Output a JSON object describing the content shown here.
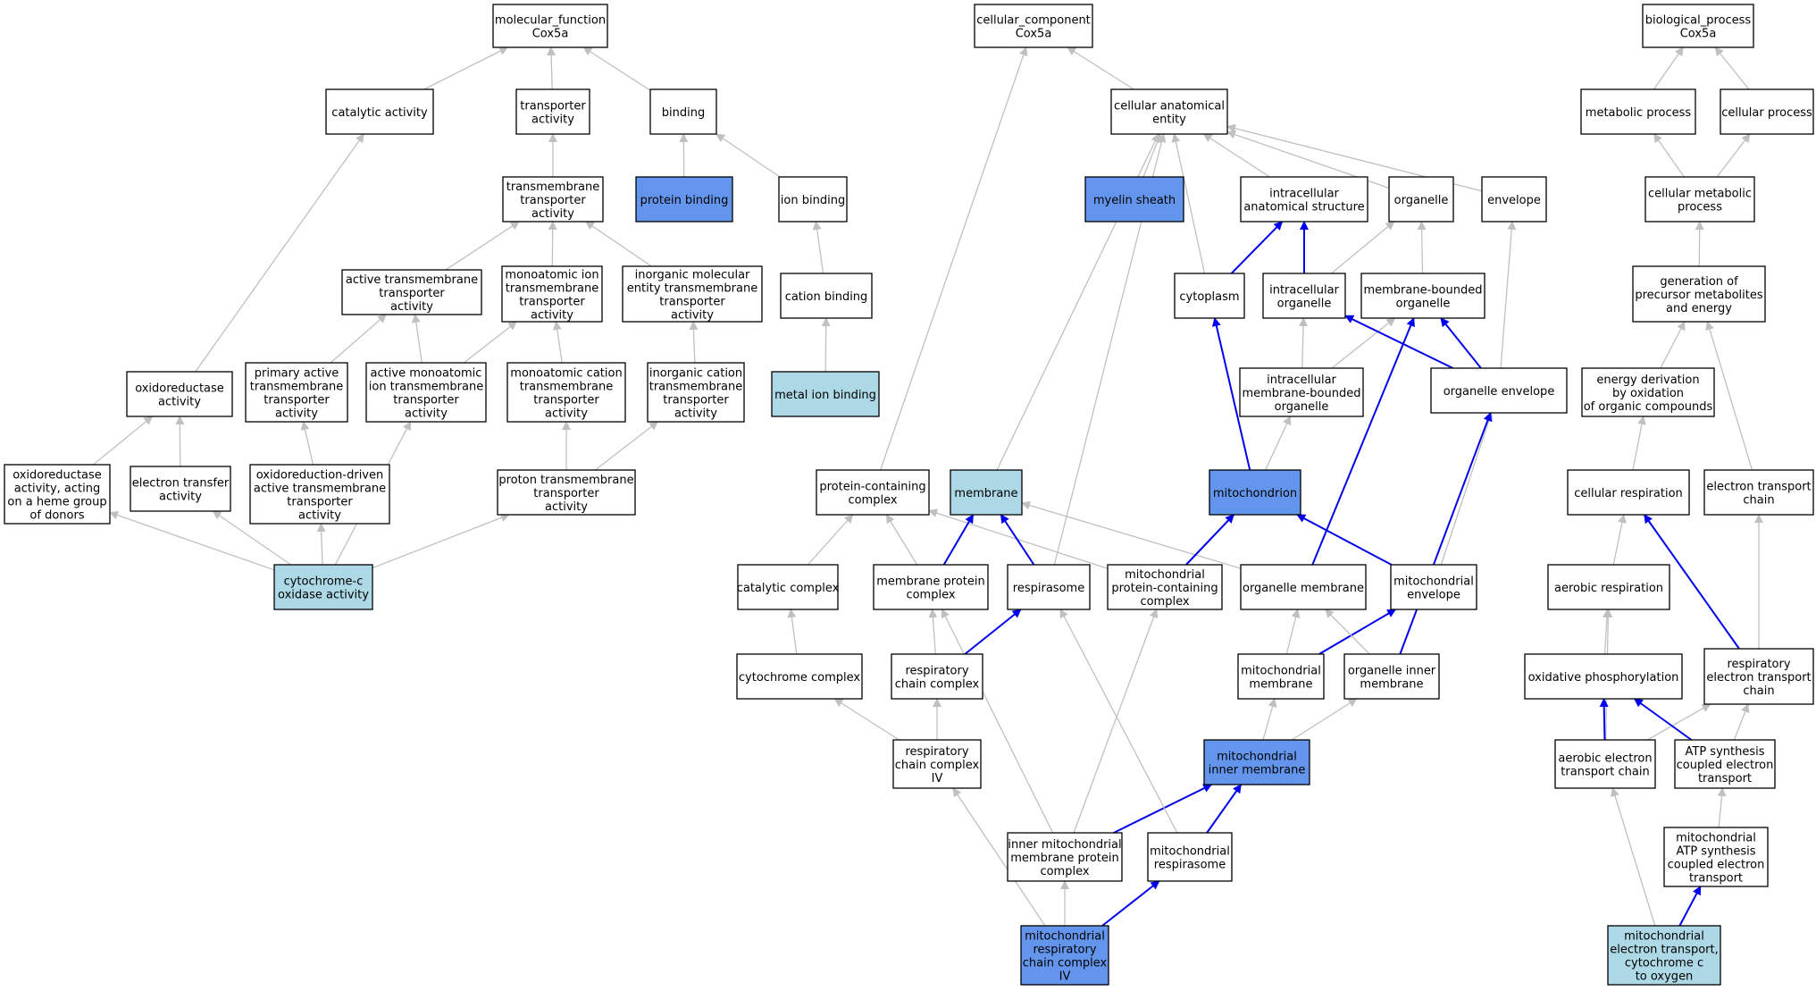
{
  "styles": {
    "plain": "#ffffff",
    "light": "#add8e6",
    "blue": "#6495ed",
    "edge_gray": "#c0c0c0",
    "edge_blue": "#0000ee"
  },
  "nodes": [
    {
      "id": "mf",
      "lines": [
        "molecular_function",
        "Cox5a"
      ],
      "fill": "plain"
    },
    {
      "id": "catalytic",
      "lines": [
        "catalytic activity"
      ],
      "fill": "plain"
    },
    {
      "id": "transporter",
      "lines": [
        "transporter",
        "activity"
      ],
      "fill": "plain"
    },
    {
      "id": "binding",
      "lines": [
        "binding"
      ],
      "fill": "plain"
    },
    {
      "id": "protbind",
      "lines": [
        "protein binding"
      ],
      "fill": "blue"
    },
    {
      "id": "ionbind",
      "lines": [
        "ion binding"
      ],
      "fill": "plain"
    },
    {
      "id": "tmta",
      "lines": [
        "transmembrane",
        "transporter",
        "activity"
      ],
      "fill": "plain"
    },
    {
      "id": "atta",
      "lines": [
        "active transmembrane",
        "transporter",
        "activity"
      ],
      "fill": "plain"
    },
    {
      "id": "moita",
      "lines": [
        "monoatomic ion",
        "transmembrane",
        "transporter",
        "activity"
      ],
      "fill": "plain"
    },
    {
      "id": "imeta",
      "lines": [
        "inorganic molecular",
        "entity transmembrane",
        "transporter",
        "activity"
      ],
      "fill": "plain"
    },
    {
      "id": "cationbind",
      "lines": [
        "cation binding"
      ],
      "fill": "plain"
    },
    {
      "id": "oxred",
      "lines": [
        "oxidoreductase",
        "activity"
      ],
      "fill": "plain"
    },
    {
      "id": "pata",
      "lines": [
        "primary active",
        "transmembrane",
        "transporter",
        "activity"
      ],
      "fill": "plain"
    },
    {
      "id": "amita",
      "lines": [
        "active monoatomic",
        "ion transmembrane",
        "transporter",
        "activity"
      ],
      "fill": "plain"
    },
    {
      "id": "mcta",
      "lines": [
        "monoatomic cation",
        "transmembrane",
        "transporter",
        "activity"
      ],
      "fill": "plain"
    },
    {
      "id": "icta",
      "lines": [
        "inorganic cation",
        "transmembrane",
        "transporter",
        "activity"
      ],
      "fill": "plain"
    },
    {
      "id": "metalbind",
      "lines": [
        "metal ion binding"
      ],
      "fill": "light"
    },
    {
      "id": "oxheme",
      "lines": [
        "oxidoreductase",
        "activity, acting",
        "on a heme group",
        "of donors"
      ],
      "fill": "plain"
    },
    {
      "id": "eta",
      "lines": [
        "electron transfer",
        "activity"
      ],
      "fill": "plain"
    },
    {
      "id": "odata",
      "lines": [
        "oxidoreduction-driven",
        "active transmembrane",
        "transporter",
        "activity"
      ],
      "fill": "plain"
    },
    {
      "id": "ptta",
      "lines": [
        "proton transmembrane",
        "transporter",
        "activity"
      ],
      "fill": "plain"
    },
    {
      "id": "cox",
      "lines": [
        "cytochrome-c",
        "oxidase activity"
      ],
      "fill": "light"
    },
    {
      "id": "cc",
      "lines": [
        "cellular_component",
        "Cox5a"
      ],
      "fill": "plain"
    },
    {
      "id": "cae",
      "lines": [
        "cellular anatomical",
        "entity"
      ],
      "fill": "plain"
    },
    {
      "id": "myelin",
      "lines": [
        "myelin sheath"
      ],
      "fill": "blue"
    },
    {
      "id": "ias",
      "lines": [
        "intracellular",
        "anatomical structure"
      ],
      "fill": "plain"
    },
    {
      "id": "organelle",
      "lines": [
        "organelle"
      ],
      "fill": "plain"
    },
    {
      "id": "envelope",
      "lines": [
        "envelope"
      ],
      "fill": "plain"
    },
    {
      "id": "cytoplasm",
      "lines": [
        "cytoplasm"
      ],
      "fill": "plain"
    },
    {
      "id": "intorg",
      "lines": [
        "intracellular",
        "organelle"
      ],
      "fill": "plain"
    },
    {
      "id": "mbo",
      "lines": [
        "membrane-bounded",
        "organelle"
      ],
      "fill": "plain"
    },
    {
      "id": "imbo",
      "lines": [
        "intracellular",
        "membrane-bounded",
        "organelle"
      ],
      "fill": "plain"
    },
    {
      "id": "orgenv",
      "lines": [
        "organelle envelope"
      ],
      "fill": "plain"
    },
    {
      "id": "pcc",
      "lines": [
        "protein-containing",
        "complex"
      ],
      "fill": "plain"
    },
    {
      "id": "membrane",
      "lines": [
        "membrane"
      ],
      "fill": "light"
    },
    {
      "id": "mito",
      "lines": [
        "mitochondrion"
      ],
      "fill": "blue"
    },
    {
      "id": "catcomplex",
      "lines": [
        "catalytic complex"
      ],
      "fill": "plain"
    },
    {
      "id": "mpc",
      "lines": [
        "membrane protein",
        "complex"
      ],
      "fill": "plain"
    },
    {
      "id": "respirasome",
      "lines": [
        "respirasome"
      ],
      "fill": "plain"
    },
    {
      "id": "mpcc",
      "lines": [
        "mitochondrial",
        "protein-containing",
        "complex"
      ],
      "fill": "plain"
    },
    {
      "id": "orgmem",
      "lines": [
        "organelle membrane"
      ],
      "fill": "plain"
    },
    {
      "id": "mitoenv",
      "lines": [
        "mitochondrial",
        "envelope"
      ],
      "fill": "plain"
    },
    {
      "id": "cytcomplex",
      "lines": [
        "cytochrome complex"
      ],
      "fill": "plain"
    },
    {
      "id": "rcc",
      "lines": [
        "respiratory",
        "chain complex"
      ],
      "fill": "plain"
    },
    {
      "id": "mitomem",
      "lines": [
        "mitochondrial",
        "membrane"
      ],
      "fill": "plain"
    },
    {
      "id": "oim",
      "lines": [
        "organelle inner",
        "membrane"
      ],
      "fill": "plain"
    },
    {
      "id": "rcc4",
      "lines": [
        "respiratory",
        "chain complex",
        "IV"
      ],
      "fill": "plain"
    },
    {
      "id": "mim",
      "lines": [
        "mitochondrial",
        "inner membrane"
      ],
      "fill": "blue"
    },
    {
      "id": "immpc",
      "lines": [
        "inner mitochondrial",
        "membrane protein",
        "complex"
      ],
      "fill": "plain"
    },
    {
      "id": "mresp",
      "lines": [
        "mitochondrial",
        "respirasome"
      ],
      "fill": "plain"
    },
    {
      "id": "mrcc4",
      "lines": [
        "mitochondrial",
        "respiratory",
        "chain complex",
        "IV"
      ],
      "fill": "blue"
    },
    {
      "id": "bp",
      "lines": [
        "biological_process",
        "Cox5a"
      ],
      "fill": "plain"
    },
    {
      "id": "metab",
      "lines": [
        "metabolic process"
      ],
      "fill": "plain"
    },
    {
      "id": "cellproc",
      "lines": [
        "cellular process"
      ],
      "fill": "plain"
    },
    {
      "id": "cmp",
      "lines": [
        "cellular metabolic",
        "process"
      ],
      "fill": "plain"
    },
    {
      "id": "gpme",
      "lines": [
        "generation of",
        "precursor metabolites",
        "and energy"
      ],
      "fill": "plain"
    },
    {
      "id": "edoc",
      "lines": [
        "energy derivation",
        "by oxidation",
        "of organic compounds"
      ],
      "fill": "plain"
    },
    {
      "id": "cellresp",
      "lines": [
        "cellular respiration"
      ],
      "fill": "plain"
    },
    {
      "id": "etc",
      "lines": [
        "electron transport",
        "chain"
      ],
      "fill": "plain"
    },
    {
      "id": "aerresp",
      "lines": [
        "aerobic respiration"
      ],
      "fill": "plain"
    },
    {
      "id": "oxphos",
      "lines": [
        "oxidative phosphorylation"
      ],
      "fill": "plain"
    },
    {
      "id": "retc",
      "lines": [
        "respiratory",
        "electron transport",
        "chain"
      ],
      "fill": "plain"
    },
    {
      "id": "aetc",
      "lines": [
        "aerobic electron",
        "transport chain"
      ],
      "fill": "plain"
    },
    {
      "id": "atpsynth",
      "lines": [
        "ATP synthesis",
        "coupled electron",
        "transport"
      ],
      "fill": "plain"
    },
    {
      "id": "matpsynth",
      "lines": [
        "mitochondrial",
        "ATP synthesis",
        "coupled electron",
        "transport"
      ],
      "fill": "plain"
    },
    {
      "id": "metco",
      "lines": [
        "mitochondrial",
        "electron transport,",
        "cytochrome c",
        "to oxygen"
      ],
      "fill": "light"
    }
  ],
  "edges": [
    {
      "from": "catalytic",
      "to": "mf",
      "color": "gray"
    },
    {
      "from": "transporter",
      "to": "mf",
      "color": "gray"
    },
    {
      "from": "binding",
      "to": "mf",
      "color": "gray"
    },
    {
      "from": "protbind",
      "to": "binding",
      "color": "gray"
    },
    {
      "from": "ionbind",
      "to": "binding",
      "color": "gray"
    },
    {
      "from": "tmta",
      "to": "transporter",
      "color": "gray"
    },
    {
      "from": "atta",
      "to": "tmta",
      "color": "gray"
    },
    {
      "from": "moita",
      "to": "tmta",
      "color": "gray"
    },
    {
      "from": "imeta",
      "to": "tmta",
      "color": "gray"
    },
    {
      "from": "cationbind",
      "to": "ionbind",
      "color": "gray"
    },
    {
      "from": "metalbind",
      "to": "cationbind",
      "color": "gray"
    },
    {
      "from": "oxred",
      "to": "catalytic",
      "color": "gray"
    },
    {
      "from": "pata",
      "to": "atta",
      "color": "gray"
    },
    {
      "from": "amita",
      "to": "atta",
      "color": "gray"
    },
    {
      "from": "amita",
      "to": "moita",
      "color": "gray"
    },
    {
      "from": "mcta",
      "to": "moita",
      "color": "gray"
    },
    {
      "from": "icta",
      "to": "imeta",
      "color": "gray"
    },
    {
      "from": "oxheme",
      "to": "oxred",
      "color": "gray"
    },
    {
      "from": "eta",
      "to": "oxred",
      "color": "gray"
    },
    {
      "from": "odata",
      "to": "pata",
      "color": "gray"
    },
    {
      "from": "ptta",
      "to": "mcta",
      "color": "gray"
    },
    {
      "from": "ptta",
      "to": "icta",
      "color": "gray"
    },
    {
      "from": "cox",
      "to": "oxheme",
      "color": "gray"
    },
    {
      "from": "cox",
      "to": "eta",
      "color": "gray"
    },
    {
      "from": "cox",
      "to": "odata",
      "color": "gray"
    },
    {
      "from": "cox",
      "to": "amita",
      "color": "gray"
    },
    {
      "from": "cox",
      "to": "ptta",
      "color": "gray"
    },
    {
      "from": "cae",
      "to": "cc",
      "color": "gray"
    },
    {
      "from": "pcc",
      "to": "cc",
      "color": "gray"
    },
    {
      "from": "myelin",
      "to": "cae",
      "color": "gray"
    },
    {
      "from": "ias",
      "to": "cae",
      "color": "gray"
    },
    {
      "from": "organelle",
      "to": "cae",
      "color": "gray"
    },
    {
      "from": "envelope",
      "to": "cae",
      "color": "gray"
    },
    {
      "from": "cytoplasm",
      "to": "cae",
      "color": "gray"
    },
    {
      "from": "membrane",
      "to": "cae",
      "color": "gray"
    },
    {
      "from": "respirasome",
      "to": "cae",
      "color": "gray"
    },
    {
      "from": "cytoplasm",
      "to": "ias",
      "color": "blue"
    },
    {
      "from": "intorg",
      "to": "ias",
      "color": "blue"
    },
    {
      "from": "intorg",
      "to": "organelle",
      "color": "gray"
    },
    {
      "from": "mbo",
      "to": "organelle",
      "color": "gray"
    },
    {
      "from": "imbo",
      "to": "intorg",
      "color": "gray"
    },
    {
      "from": "imbo",
      "to": "mbo",
      "color": "gray"
    },
    {
      "from": "orgenv",
      "to": "intorg",
      "color": "blue"
    },
    {
      "from": "orgenv",
      "to": "mbo",
      "color": "blue"
    },
    {
      "from": "orgenv",
      "to": "envelope",
      "color": "gray"
    },
    {
      "from": "mito",
      "to": "cytoplasm",
      "color": "blue"
    },
    {
      "from": "mito",
      "to": "imbo",
      "color": "gray"
    },
    {
      "from": "orgmem",
      "to": "mbo",
      "color": "blue"
    },
    {
      "from": "orgmem",
      "to": "membrane",
      "color": "gray"
    },
    {
      "from": "mitoenv",
      "to": "orgenv",
      "color": "gray"
    },
    {
      "from": "mitoenv",
      "to": "mito",
      "color": "blue"
    },
    {
      "from": "mpcc",
      "to": "mito",
      "color": "blue"
    },
    {
      "from": "mpcc",
      "to": "pcc",
      "color": "gray"
    },
    {
      "from": "catcomplex",
      "to": "pcc",
      "color": "gray"
    },
    {
      "from": "mpc",
      "to": "pcc",
      "color": "gray"
    },
    {
      "from": "mpc",
      "to": "membrane",
      "color": "blue"
    },
    {
      "from": "respirasome",
      "to": "membrane",
      "color": "blue"
    },
    {
      "from": "cytcomplex",
      "to": "catcomplex",
      "color": "gray"
    },
    {
      "from": "rcc",
      "to": "mpc",
      "color": "gray"
    },
    {
      "from": "rcc",
      "to": "respirasome",
      "color": "blue"
    },
    {
      "from": "mitomem",
      "to": "orgmem",
      "color": "gray"
    },
    {
      "from": "mitomem",
      "to": "mitoenv",
      "color": "blue"
    },
    {
      "from": "oim",
      "to": "orgmem",
      "color": "gray"
    },
    {
      "from": "oim",
      "to": "orgenv",
      "color": "blue"
    },
    {
      "from": "rcc4",
      "to": "cytcomplex",
      "color": "gray"
    },
    {
      "from": "rcc4",
      "to": "rcc",
      "color": "gray"
    },
    {
      "from": "mim",
      "to": "mitomem",
      "color": "gray"
    },
    {
      "from": "mim",
      "to": "oim",
      "color": "gray"
    },
    {
      "from": "immpc",
      "to": "mpc",
      "color": "gray"
    },
    {
      "from": "immpc",
      "to": "mpcc",
      "color": "gray"
    },
    {
      "from": "immpc",
      "to": "mim",
      "color": "blue"
    },
    {
      "from": "mresp",
      "to": "respirasome",
      "color": "gray"
    },
    {
      "from": "mresp",
      "to": "mim",
      "color": "blue"
    },
    {
      "from": "mrcc4",
      "to": "rcc4",
      "color": "gray"
    },
    {
      "from": "mrcc4",
      "to": "immpc",
      "color": "gray"
    },
    {
      "from": "mrcc4",
      "to": "mresp",
      "color": "blue"
    },
    {
      "from": "metab",
      "to": "bp",
      "color": "gray"
    },
    {
      "from": "cellproc",
      "to": "bp",
      "color": "gray"
    },
    {
      "from": "cmp",
      "to": "metab",
      "color": "gray"
    },
    {
      "from": "cmp",
      "to": "cellproc",
      "color": "gray"
    },
    {
      "from": "gpme",
      "to": "cmp",
      "color": "gray"
    },
    {
      "from": "edoc",
      "to": "gpme",
      "color": "gray"
    },
    {
      "from": "etc",
      "to": "gpme",
      "color": "gray"
    },
    {
      "from": "cellresp",
      "to": "edoc",
      "color": "gray"
    },
    {
      "from": "aerresp",
      "to": "cellresp",
      "color": "gray"
    },
    {
      "from": "oxphos",
      "to": "aerresp",
      "color": "gray"
    },
    {
      "from": "retc",
      "to": "cellresp",
      "color": "blue"
    },
    {
      "from": "retc",
      "to": "etc",
      "color": "gray"
    },
    {
      "from": "aetc",
      "to": "aerresp",
      "color": "gray"
    },
    {
      "from": "aetc",
      "to": "oxphos",
      "color": "blue"
    },
    {
      "from": "aetc",
      "to": "retc",
      "color": "gray"
    },
    {
      "from": "atpsynth",
      "to": "oxphos",
      "color": "blue"
    },
    {
      "from": "atpsynth",
      "to": "retc",
      "color": "gray"
    },
    {
      "from": "matpsynth",
      "to": "atpsynth",
      "color": "gray"
    },
    {
      "from": "metco",
      "to": "aetc",
      "color": "gray"
    },
    {
      "from": "metco",
      "to": "matpsynth",
      "color": "blue"
    }
  ]
}
